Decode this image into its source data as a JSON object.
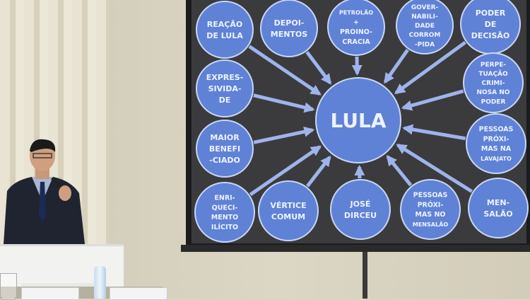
{
  "slide": {
    "center": "LULA",
    "nodes": [
      {
        "id": "reacao",
        "lines": [
          "REAÇÃO",
          "DE LULA"
        ]
      },
      {
        "id": "depoimentos",
        "lines": [
          "DEPOI-",
          "MENTOS"
        ]
      },
      {
        "id": "petrolao",
        "lines": [
          "PETROLÃO",
          "+",
          "PROINO-",
          "CRACIA"
        ]
      },
      {
        "id": "governabilidade",
        "lines": [
          "GOVER-",
          "NABILI-",
          "DADE",
          "CORROM",
          "-PIDA"
        ]
      },
      {
        "id": "poder",
        "lines": [
          "PODER",
          "DE",
          "DECISÃO"
        ]
      },
      {
        "id": "expressividade",
        "lines": [
          "EXPRES-",
          "SIVIDA-",
          "DE"
        ]
      },
      {
        "id": "perpetuacao",
        "lines": [
          "PERPE-",
          "TUAÇÃO",
          "CRIMI-",
          "NOSA NO",
          "PODER"
        ]
      },
      {
        "id": "maior",
        "lines": [
          "MAIOR",
          "BENEFI",
          "-CIADO"
        ]
      },
      {
        "id": "lavajato",
        "lines": [
          "PESSOAS",
          "PRÓXI-",
          "MAS NA",
          "LAVAJATO"
        ]
      },
      {
        "id": "enriquecimento",
        "lines": [
          "ENRI-",
          "QUECI-",
          "MENTO",
          "ILÍCITO"
        ]
      },
      {
        "id": "vertice",
        "lines": [
          "VÉRTICE",
          "COMUM"
        ]
      },
      {
        "id": "dirceu",
        "lines": [
          "JOSÉ",
          "DIRCEU"
        ]
      },
      {
        "id": "mensalao-pessoas",
        "lines": [
          "PESSOAS",
          "PRÓXI-",
          "MAS NO",
          "MENSALÃO"
        ]
      },
      {
        "id": "mensalao",
        "lines": [
          "MEN-",
          "SALÃO"
        ]
      }
    ]
  },
  "colors": {
    "bubble": "#5f82d6",
    "bubble_edge": "#c9d6f5",
    "arrow": "#9fb3ec",
    "screen_bg": "#3b3b3d"
  }
}
